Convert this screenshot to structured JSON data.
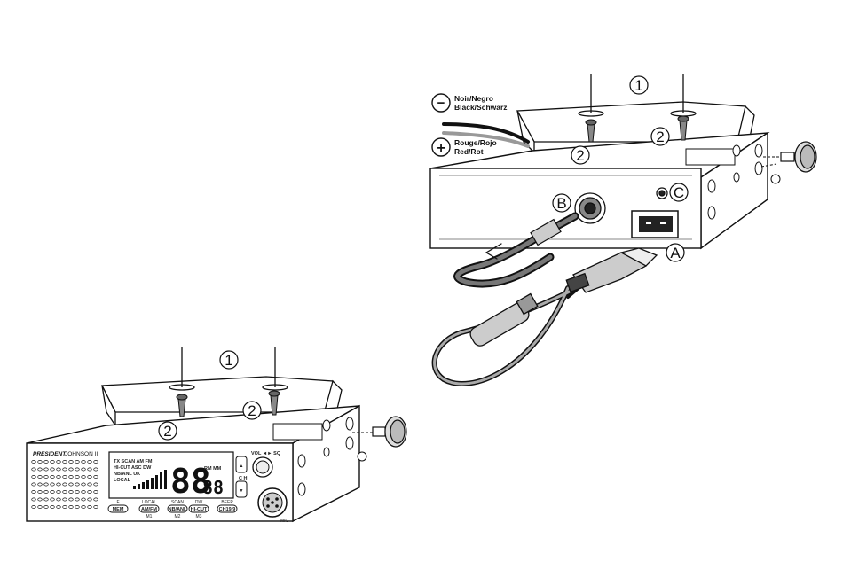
{
  "callouts": {
    "one": "1",
    "two": "2",
    "a": "A",
    "b": "B",
    "c": "C"
  },
  "wires": {
    "negative_sign": "−",
    "negative_line1": "Noir/Negro",
    "negative_line2": "Black/Schwarz",
    "positive_sign": "+",
    "positive_line1": "Rouge/Rojo",
    "positive_line2": "Red/Rot"
  },
  "radio": {
    "brand_left": "PRESIDENT",
    "brand_right": "JOHNSON II",
    "lcd_row1": "TX SCAN AM FM",
    "lcd_row2": "HI-CUT ASC DW",
    "lcd_row3": "NB/ANL UK",
    "lcd_row4": "LOCAL",
    "lcd_right1": "RM MM",
    "lcd_big": "88",
    "lcd_small": "88",
    "ch_label": "C H",
    "vol_label": "VOL ◄► SQ",
    "mic_label": "MIC",
    "btn_top_labels": [
      "F",
      "LOCAL",
      "SCAN",
      "DW",
      "BEEP"
    ],
    "btn_labels": [
      "MEM",
      "AM/FM",
      "NB/ANL",
      "HI-CUT",
      "CH19/9"
    ],
    "btn_sub_labels": [
      "",
      "M1",
      "M2",
      "M3",
      ""
    ]
  }
}
